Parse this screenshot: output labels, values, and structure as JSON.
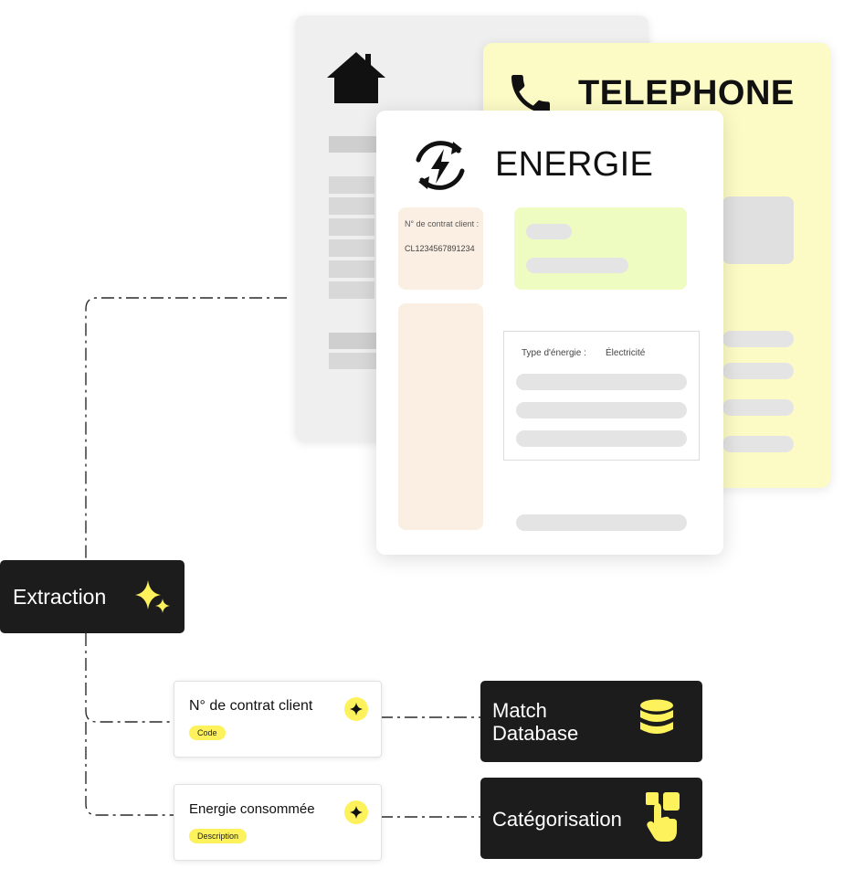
{
  "documents": {
    "telephone": {
      "title": "TELEPHONE",
      "icon": "phone-icon",
      "background": "#fdfbc5"
    },
    "energie": {
      "title": "ENERGIE",
      "icon": "energy-cycle-icon",
      "contract_label": "N° de contrat client :",
      "contract_value": "CL1234567891234",
      "type_label": "Type d'énergie :",
      "type_value": "Électricité"
    },
    "house": {
      "icon": "house-icon"
    }
  },
  "extraction": {
    "label": "Extraction",
    "icon": "sparkles-icon"
  },
  "fields": [
    {
      "title": "N° de contrat client",
      "tag": "Code"
    },
    {
      "title": "Energie consommée",
      "tag": "Description"
    }
  ],
  "actions": {
    "match": {
      "label": "Match\nDatabase",
      "icon": "database-icon"
    },
    "categorisation": {
      "label": "Catégorisation",
      "icon": "tap-hand-icon"
    }
  },
  "colors": {
    "accent": "#fdf15c",
    "dark": "#1c1c1c"
  }
}
